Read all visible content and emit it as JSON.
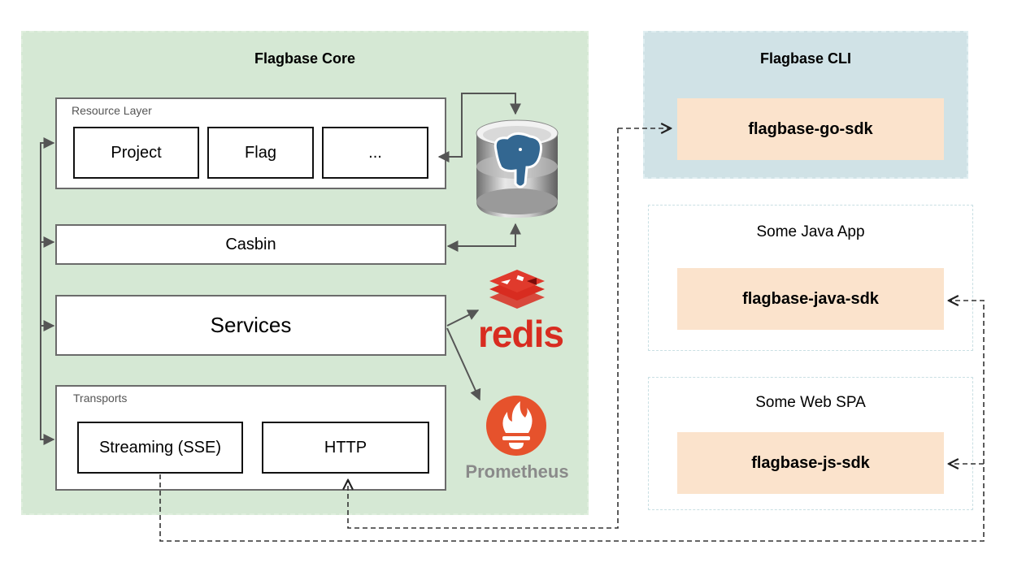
{
  "core": {
    "title": "Flagbase Core",
    "resource_layer": {
      "label": "Resource Layer",
      "items": [
        "Project",
        "Flag",
        "..."
      ]
    },
    "casbin": "Casbin",
    "services": "Services",
    "transports": {
      "label": "Transports",
      "items": [
        "Streaming (SSE)",
        "HTTP"
      ]
    }
  },
  "external": {
    "redis_label": "redis",
    "prometheus_label": "Prometheus",
    "postgres_icon": "postgresql-database-icon"
  },
  "cli": {
    "title": "Flagbase CLI",
    "sdk": "flagbase-go-sdk"
  },
  "java_app": {
    "title": "Some Java App",
    "sdk": "flagbase-java-sdk"
  },
  "web_spa": {
    "title": "Some Web SPA",
    "sdk": "flagbase-js-sdk"
  },
  "colors": {
    "core_bg": "#d5e8d4",
    "cli_bg": "#d0e2e6",
    "sdk_bg": "#fbe3cc",
    "redis_red": "#d82c20",
    "prometheus_orange": "#e6522c",
    "postgres_blue": "#336791"
  }
}
